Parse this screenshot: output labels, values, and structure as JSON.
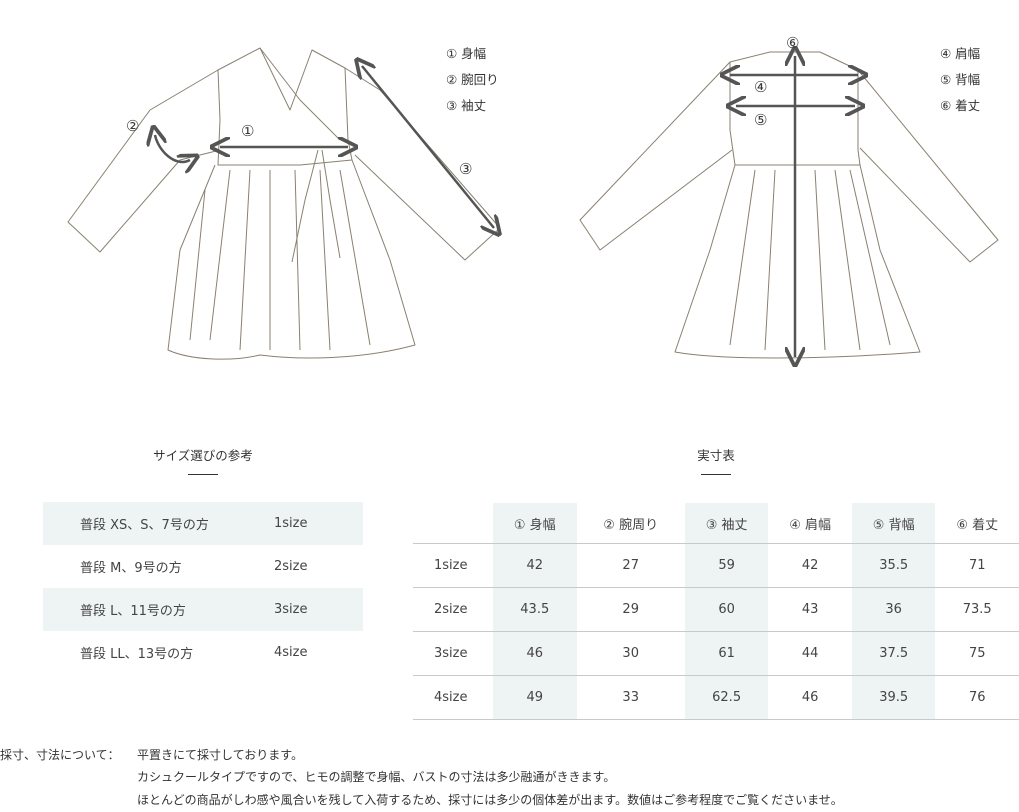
{
  "front_legend": [
    "① 身幅",
    "② 腕回り",
    "③ 袖丈"
  ],
  "back_legend": [
    "④ 肩幅",
    "⑤ 背幅",
    "⑥ 着丈"
  ],
  "figure_labels": {
    "front": [
      "①",
      "②",
      "③"
    ],
    "back": [
      "④",
      "⑤",
      "⑥"
    ]
  },
  "size_guide": {
    "title": "サイズ選びの参考",
    "rows": [
      {
        "label": "普段 XS、S、7号の方",
        "size": "1size"
      },
      {
        "label": "普段 M、9号の方",
        "size": "2size"
      },
      {
        "label": "普段 L、11号の方",
        "size": "3size"
      },
      {
        "label": "普段 LL、13号の方",
        "size": "4size"
      }
    ]
  },
  "measurements": {
    "title": "実寸表",
    "headers": [
      "",
      "① 身幅",
      "② 腕周り",
      "③ 袖丈",
      "④ 肩幅",
      "⑤ 背幅",
      "⑥ 着丈"
    ],
    "rows": [
      [
        "1size",
        "42",
        "27",
        "59",
        "42",
        "35.5",
        "71"
      ],
      [
        "2size",
        "43.5",
        "29",
        "60",
        "43",
        "36",
        "73.5"
      ],
      [
        "3size",
        "46",
        "30",
        "61",
        "44",
        "37.5",
        "75"
      ],
      [
        "4size",
        "49",
        "33",
        "62.5",
        "46",
        "39.5",
        "76"
      ]
    ]
  },
  "notes": {
    "label": "採寸、寸法について：",
    "lines": [
      "平置きにて採寸しております。",
      "カシュクールタイプですので、ヒモの調整で身幅、バストの寸法は多少融通がききます。",
      "ほとんどの商品がしわ感や風合いを残して入荷するため、採寸には多少の個体差が出ます。数値はご参考程度でご覧くださいませ。"
    ]
  }
}
